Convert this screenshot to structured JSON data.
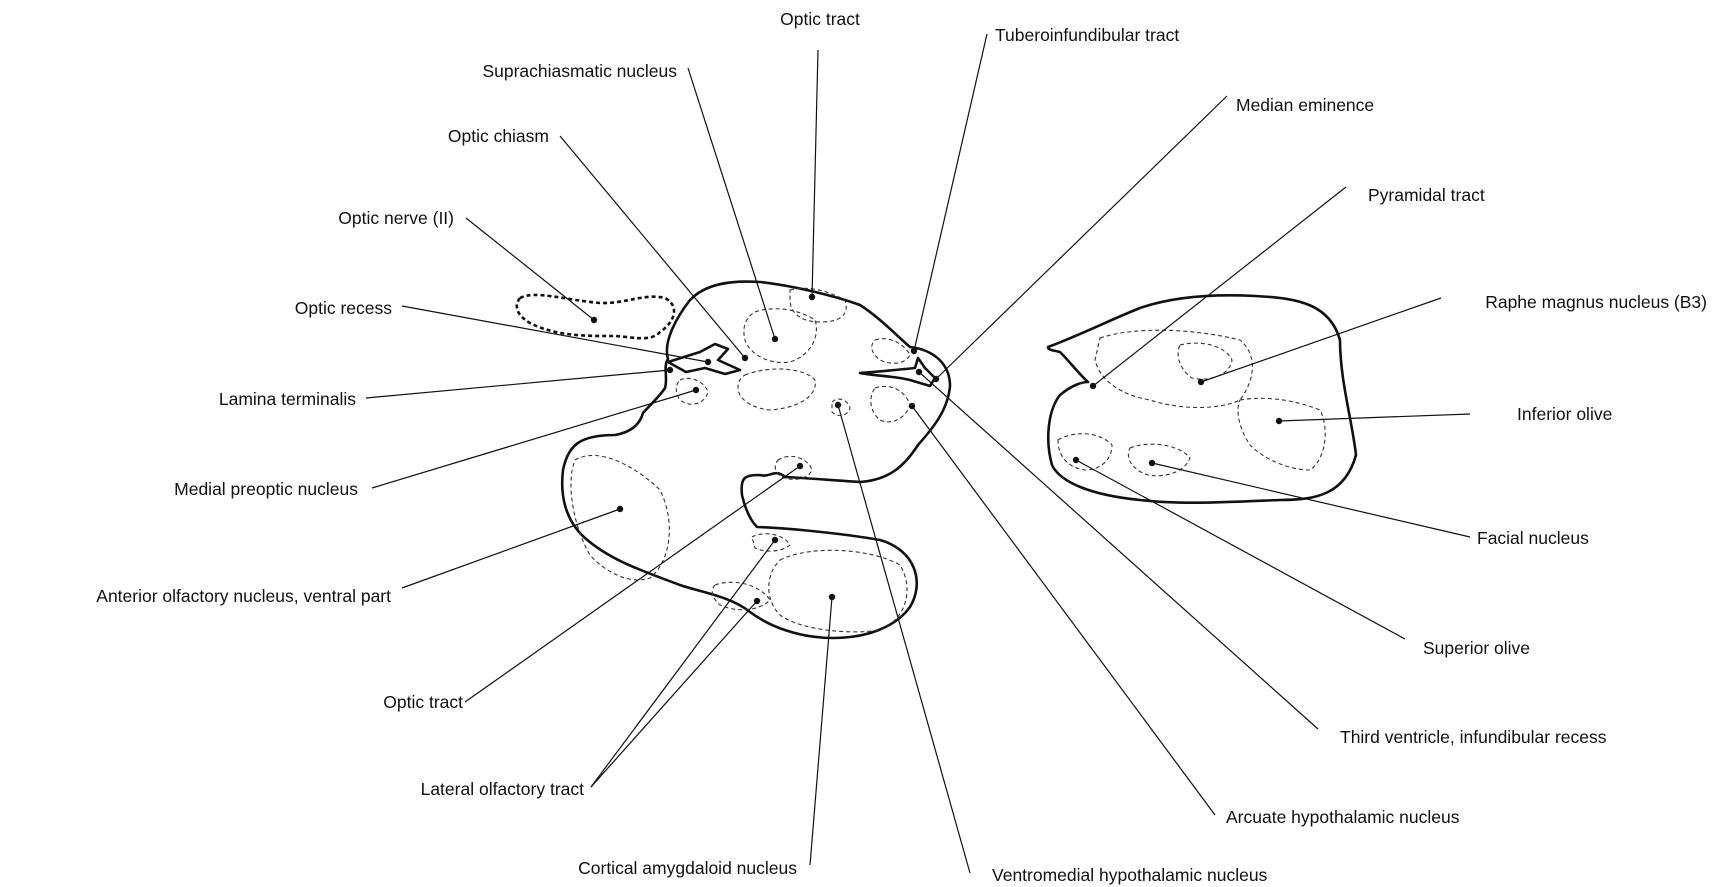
{
  "labels": {
    "optic_tract_top": "Optic tract",
    "tuberoinfundibular_tract": "Tuberoinfundibular tract",
    "suprachiasmatic_nucleus": "Suprachiasmatic nucleus",
    "median_eminence": "Median eminence",
    "optic_chiasm": "Optic chiasm",
    "pyramidal_tract": "Pyramidal tract",
    "optic_nerve": "Optic nerve (II)",
    "raphe_magnus_nucleus": "Raphe magnus nucleus (B3)",
    "optic_recess": "Optic recess",
    "inferior_olive": "Inferior olive",
    "lamina_terminalis": "Lamina terminalis",
    "medial_preoptic_nucleus": "Medial preoptic nucleus",
    "facial_nucleus": "Facial nucleus",
    "anterior_olfactory_nucleus": "Anterior olfactory nucleus, ventral part",
    "superior_olive": "Superior olive",
    "optic_tract_bottom": "Optic tract",
    "third_ventricle": "Third ventricle, infundibular recess",
    "lateral_olfactory_tract": "Lateral olfactory tract",
    "arcuate_nucleus": "Arcuate hypothalamic nucleus",
    "cortical_amygdaloid_nucleus": "Cortical amygdaloid nucleus",
    "ventromedial_nucleus": "Ventromedial hypothalamic nucleus"
  }
}
